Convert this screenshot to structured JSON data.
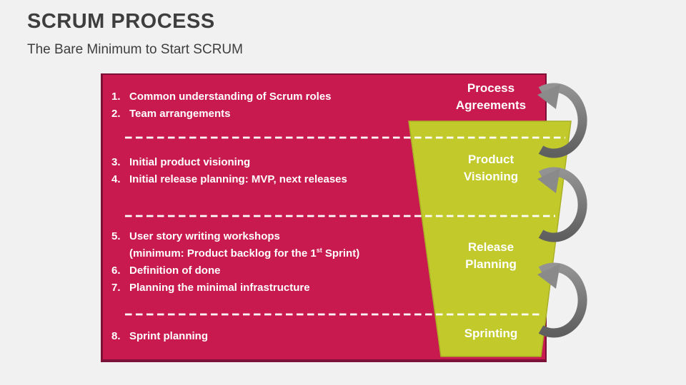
{
  "slide": {
    "title": "SCRUM PROCESS",
    "subtitle": "The Bare Minimum to Start SCRUM"
  },
  "diagram": {
    "items": [
      {
        "num": "1.",
        "text": "Common understanding of Scrum roles"
      },
      {
        "num": "2.",
        "text": "Team arrangements"
      },
      {
        "num": "3.",
        "text": "Initial product visioning"
      },
      {
        "num": "4.",
        "text": "Initial release planning: MVP, next releases"
      },
      {
        "num": "5.",
        "text": "User story writing workshops",
        "text2_pre": "(minimum: Product backlog for the 1",
        "text2_sup": "st",
        "text2_post": " Sprint)"
      },
      {
        "num": "6.",
        "text": "Definition of done"
      },
      {
        "num": "7.",
        "text": "Planning the minimal infrastructure"
      },
      {
        "num": "8.",
        "text": "Sprint planning"
      }
    ],
    "stages": [
      {
        "lines": [
          "Process",
          "Agreements"
        ]
      },
      {
        "lines": [
          "Product",
          "Visioning"
        ]
      },
      {
        "lines": [
          "Release",
          "Planning"
        ]
      },
      {
        "lines": [
          "Sprinting"
        ]
      }
    ],
    "colors": {
      "panel": "#C91A50",
      "panel_border": "#7E1137",
      "funnel": "#C1C92B",
      "arrow_gray": "#7F7F7F",
      "dashed_line": "#FFFFFF",
      "label_text": "#FFFFFF",
      "title_text": "#3E3E3E",
      "background": "#F1F1F1"
    }
  }
}
